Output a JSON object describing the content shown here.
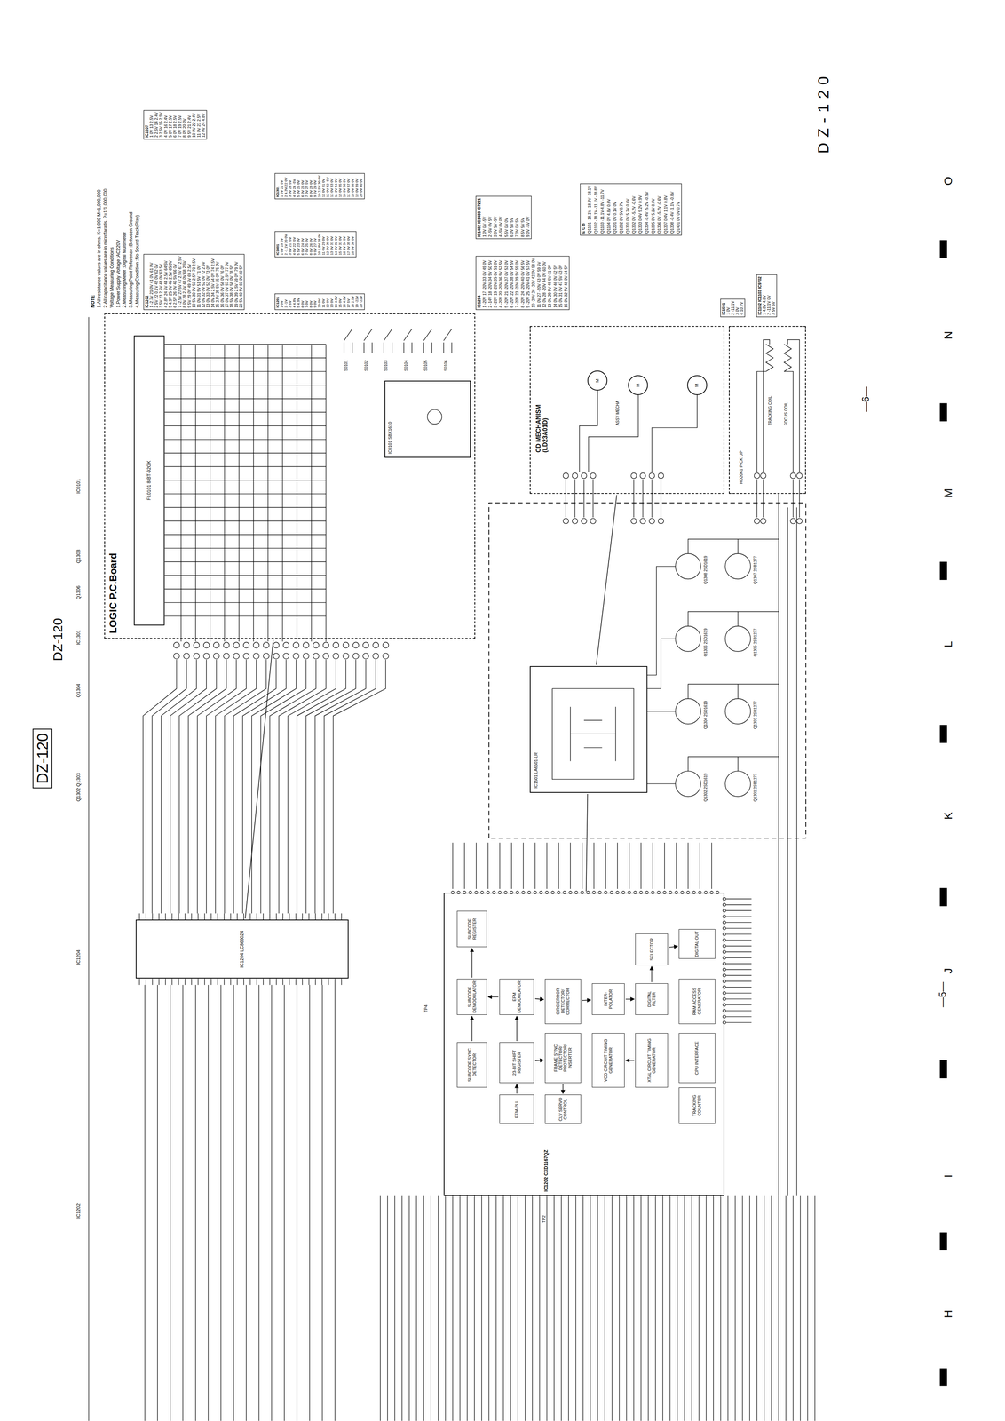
{
  "diagram": {
    "nodes": [
      {
        "text": [
          "LOGIC P.C.Board"
        ]
      },
      {
        "text": [
          "FL0101 8-BT-92GK"
        ],
        "in": 0
      },
      {
        "text": [
          "IC0101 SBX1610"
        ],
        "in": 0
      },
      {
        "text": [
          "IC1204 LC866024"
        ]
      },
      {
        "text": [
          "IC1202 CXD1167QZ"
        ]
      },
      {
        "text": [
          "SUBCODE REGISTER"
        ],
        "in": 4
      },
      {
        "text": [
          "SUBCODE DEMODULATOR"
        ],
        "in": 4
      },
      {
        "text": [
          "SUBCODE SYNC DETECTOR"
        ],
        "in": 4
      },
      {
        "text": [
          "EFM DEMODULATOR"
        ],
        "in": 4
      },
      {
        "text": [
          "23-BIT SHIFT REGISTER"
        ],
        "in": 4
      },
      {
        "text": [
          "EFM-PLL"
        ],
        "in": 4
      },
      {
        "text": [
          "CIRC ERROR DETECTOR/ CORRECTOR"
        ],
        "in": 4
      },
      {
        "text": [
          "FRAME SYNC DETECTOR/ PROTECTOR/ INSERTER"
        ],
        "in": 4
      },
      {
        "text": [
          "CLV SERVO CONTROL"
        ],
        "in": 4
      },
      {
        "text": [
          "INTER- POLATOR"
        ],
        "in": 4
      },
      {
        "text": [
          "VCO CIRCUIT TIMING GENERATOR"
        ],
        "in": 4
      },
      {
        "text": [
          "SELECTOR"
        ],
        "in": 4
      },
      {
        "text": [
          "DIGITAL FILTER"
        ],
        "in": 4
      },
      {
        "text": [
          "XTAL CIRCUIT TIMING GENERATOR"
        ],
        "in": 4
      },
      {
        "text": [
          "DIGITAL OUT"
        ],
        "in": 4
      },
      {
        "text": [
          "RAM ACCESS GENERATOR"
        ],
        "in": 4
      },
      {
        "text": [
          "CPU INTERFACE"
        ],
        "in": 4
      },
      {
        "text": [
          "TRACKING COUNTER"
        ],
        "in": 4
      },
      {
        "text": [
          "IC1501 LA6501-LR"
        ]
      },
      {
        "text": [
          "CD MECHANISM (LD23A01D)"
        ]
      },
      {
        "text": [
          "M"
        ],
        "in": 24
      },
      {
        "text": [
          "M"
        ],
        "in": 24
      },
      {
        "text": [
          "M"
        ],
        "in": 24
      },
      {
        "text": [
          "HD2061 PICK UP"
        ]
      }
    ],
    "edges": [
      {
        "from": 0,
        "to": 3,
        "arrow": "none"
      },
      {
        "from": 4,
        "to": 23,
        "arrow": "none"
      },
      {
        "from": 23,
        "to": 24,
        "arrow": "none"
      },
      {
        "from": 7,
        "to": 6,
        "arrow": "to"
      },
      {
        "from": 6,
        "to": 5,
        "arrow": "to"
      },
      {
        "from": 10,
        "to": 9,
        "arrow": "to"
      },
      {
        "from": 9,
        "to": 8,
        "arrow": "to"
      },
      {
        "from": 8,
        "to": 6,
        "arrow": "to"
      },
      {
        "from": 8,
        "to": 11,
        "arrow": "to"
      },
      {
        "from": 9,
        "to": 12,
        "arrow": "to"
      },
      {
        "from": 12,
        "to": 13,
        "arrow": "to"
      },
      {
        "from": 11,
        "to": 14,
        "arrow": "to"
      },
      {
        "from": 14,
        "to": 17,
        "arrow": "to"
      },
      {
        "from": 17,
        "to": 16,
        "arrow": "to"
      },
      {
        "from": 16,
        "to": 19,
        "arrow": "to"
      },
      {
        "from": 18,
        "to": 15,
        "arrow": "to"
      }
    ],
    "labels": [
      "DZ-120",
      "DZ-120",
      "IC1202",
      "IC1204",
      "Q1302 Q1303",
      "Q1304",
      "IC1301",
      "Q1306",
      "Q1308",
      "IC0101",
      "NOTE",
      "1.All resistance values are in ohms. K=1,000 M=1,000,000",
      "2.All capacitance values are in microfarads. P=1/1,000,000",
      "Voltage Measuring Conditions",
      "1.Power Supply Voltage :AC220V",
      "2.Measuring Meter :Digital Multimeter",
      "3.Measuring Point Reference :Between Ground",
      "4.Measuring Condition :No Sound Track(Play)",
      "S0101",
      "S0102",
      "S0103",
      "S0104",
      "S0105",
      "S0106",
      "ASSY MECHA",
      "TRACKING COIL",
      "FOCUS COIL",
      "Q1302 2SD1619",
      "Q1301 2SB1277",
      "Q1304 2SD1619",
      "Q1303 2SB1277",
      "Q1306 2SD1619",
      "Q1305 2SB1277",
      "Q1308 2SD1619",
      "Q1307 2SB1277",
      "TP4",
      "TP2",
      "DZ-120",
      "—6—",
      "—5—",
      "H",
      "I",
      "J",
      "K",
      "L",
      "M",
      "N",
      "O",
      "IC1202",
      "1 -2.7V 21 0V 41 0V 61 0V",
      "2 5V 22 0.1V 42 0V 62 0V",
      "3 5V 23 2.5V 43 0V 63 5V",
      "4 2.8V 24 5V 44 2.5V 64 5V",
      "5 4.9V 25 0V 45 2.5V 65 0V",
      "6 2.5V 26 0V 46 5V 66 0V",
      "7 -2.5V 27 5V 47 2.5V 67 2.5V",
      "8 0V 28 2.5V 48 0V 68 2.5V",
      "9 5V 29 0V 49 5V 69 2.5V",
      "10 5V 30 0V 50 2.5V 70 2.5V",
      "11 0V 31 5V 51 5V 71 0V",
      "12 0V 32 0V 52 0V 72 2.5V",
      "13 0V 33 0V 53 0V 73 0V",
      "14 0V 34 2.5V 54 0V 74 2.5V",
      "15 2.5V 35 5V 55 0V 75 0V",
      "16 0V 36 0V 56 0V 76 0V",
      "17 0V 37 0V 57 2.5V 77 0V",
      "18 5V 38 0V 58 0V 78 5V",
      "19 0V 39 2.5V 59 0V 79 0V",
      "20 5V 40 5V 60 0V 80 5V",
      "IC1207",
      "1 0V 13 2.5V",
      "2 2.5V 14 2.4V",
      "3 2.5V 15 2.5V",
      "4 0V 16 2.4V",
      "5 0V 17 2.5V",
      "6 0V 18 2.5V",
      "7 0V 19 2.5V",
      "8 0V 20 0V",
      "9 5V 21 2.4V",
      "10 0V 22 2.4V",
      "11 0V 23 2.5V",
      "12 0V 24 4.8V",
      "IC1201",
      "1 0V",
      "2 -1V",
      "3 5V",
      "4 4.8V",
      "5 4.9V",
      "6 0V",
      "7 0V",
      "8 0V",
      "9 0V",
      "10 0V",
      "11 0V",
      "12 0V",
      "13 0V",
      "14 4.8V",
      "15 0V",
      "16 4.8V",
      "17 5V",
      "18 2.5V",
      "19 -22V",
      "20 -22V",
      "IC1401",
      "1 0V 19 5V",
      "2 -1.1V 20 0V",
      "3 0V 21 -5V",
      "4 0V 22 -5V",
      "5 5V 23 0V",
      "6 0V 24 0V",
      "7 0V 25 0V",
      "8 0V 26 0V",
      "9 0V 27 5V",
      "10 1.8V 28 0V",
      "11 0V 29 0V",
      "12 0V 30 0V",
      "13 0V 31 0V",
      "14 0V 32 0V",
      "15 0V 33 0V",
      "16 4V 34 0V",
      "17 0V 35 0V",
      "18 0V 36 0V",
      "IC1301",
      "1 5V 21 5V",
      "2 4.3V 22 0V",
      "3 0V 23 5V",
      "4 5V 24 -5V",
      "5 0V 25 0V",
      "6 0V 26 0V",
      "7 0V 27 5V",
      "8 0V 28 0V",
      "9 5V 29 0V",
      "10 2.5V 30 0V",
      "11 0V 31 0V",
      "12 0V 32 -5V",
      "13 0V 33 0V",
      "14 2V 34 0V",
      "15 0V 35 0V",
      "16 0V 36 0V",
      "17 0V 37 0V",
      "18 0V 38 0V",
      "19 0V 39 0V",
      "20 0V 40 0V",
      "IC1204",
      "1 -20V 17 -20V 33 0V 49 0V",
      "2 -14V 18 -20V 34 5V 50 5V",
      "3 -20V 19 -20V 35 0V 51 0V",
      "4 -20V 20 -20V 36 5V 52 5V",
      "5 -20V 21 -20V 37 0V 53 0V",
      "6 -20V 22 -20V 38 0V 54 5V",
      "7 -20V 23 -20V 39 5V 55 0V",
      "8 -20V 24 -20V 40 0V 56 5V",
      "9 -20V 25 -20V 41 0V 57 5V",
      "10 -20V 26 -20V 42 0V 58 0V",
      "11 0V 27 -20V 43 0V 59 5V",
      "12 0V 28 -20V 44 0V 60 0V",
      "13 0V 29 5V 45 5V 61 0V",
      "14 0V 30 0V 46 0V 62 5V",
      "15 0V 31 0V 47 5V 63 0V",
      "16 0V 32 5V 48 0V 64 5V",
      "IC1402 IC1403 IC7221",
      "1 0V 0V -5V",
      "2 -5V 0V 5V",
      "3 0V 5V -5V",
      "4 -5V 0V 0V",
      "5 5V 0V 0V",
      "6 0V 5V 5V",
      "7 0V 0V 5V",
      "8 5V 5V 5V",
      "9 0V -5V 0V",
      "E C B",
      "Q1101 -18.1V -18.8V -18.1V",
      "Q1102 -18.1V -11.1V -18.8V",
      "Q1103 -11.1V 4.8V -11.7V",
      "Q1104 0V 4.8V 0.6V",
      "Q1201 0V 0.1V 0V",
      "Q1202 0V 5V 0.7V",
      "Q1301 0V 5.2V 0.6V",
      "Q1302 0V -5.2V -0.6V",
      "Q1303 0.4V 5.2V 0.9V",
      "Q1304 -0.4V -5.2V -0.9V",
      "Q1305 0V 5.2V 0.6V",
      "Q1306 0V -5.2V -0.6V",
      "Q1307 0.4V 1.1V 0.8V",
      "Q1308 -0.4V -1.1V -0.8V",
      "Q1401 0V 0V 0.7V",
      "IC1501",
      "1 0V",
      "2 -11.1V",
      "3 0V",
      "4 10.7V",
      "IC1102 IC1103 IC9702",
      "1 4.8V 4.8V",
      "2 -11.1V 0V",
      "3 5V 5V"
    ]
  }
}
